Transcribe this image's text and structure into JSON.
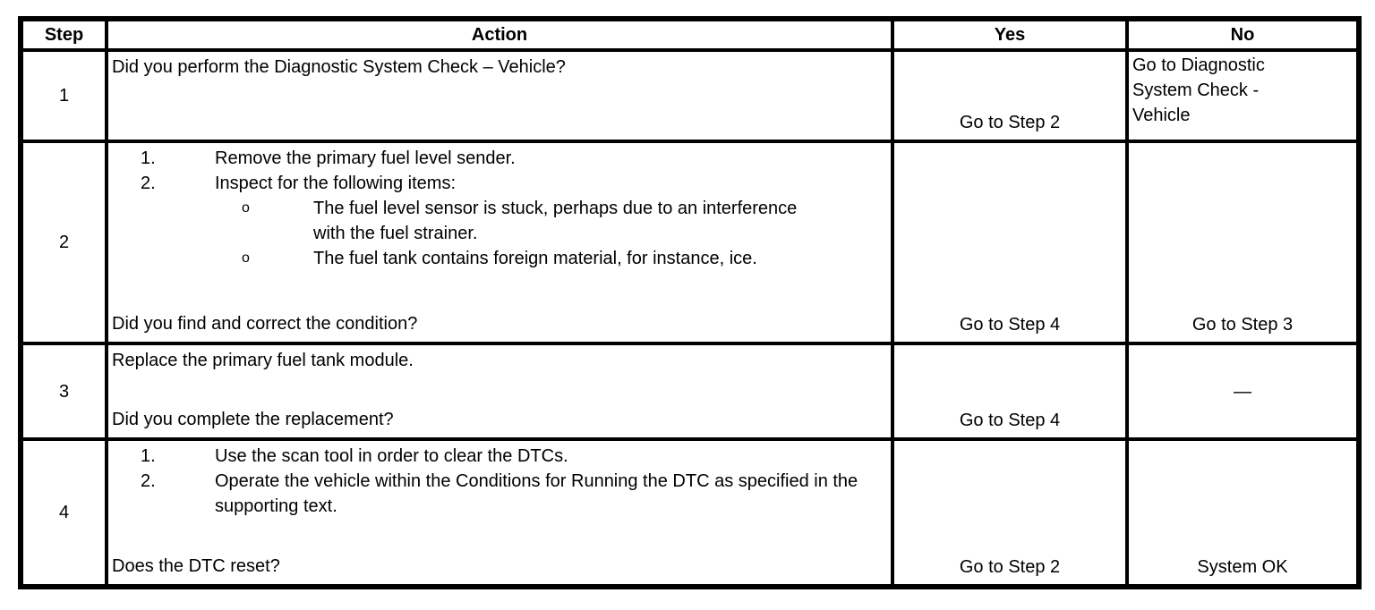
{
  "table": {
    "headers": [
      "Step",
      "Action",
      "Yes",
      "No"
    ],
    "rows": [
      {
        "step": "1",
        "question": "Did you perform the Diagnostic System Check – Vehicle?",
        "yes": "Go to Step 2",
        "no": "Go to Diagnostic System Check - Vehicle"
      },
      {
        "step": "2",
        "items": [
          {
            "num": "1.",
            "text": "Remove the primary fuel level sender."
          },
          {
            "num": "2.",
            "text": "Inspect for the following items:"
          }
        ],
        "subitems": [
          {
            "bullet": "o",
            "text": "The fuel level sensor is stuck, perhaps due to an interference with the fuel strainer."
          },
          {
            "bullet": "o",
            "text": "The fuel tank contains foreign material, for instance, ice."
          }
        ],
        "question": "Did you find and correct the condition?",
        "yes": "Go to Step 4",
        "no": "Go to Step 3"
      },
      {
        "step": "3",
        "statement": "Replace the primary fuel tank module.",
        "question": "Did you complete the replacement?",
        "yes": "Go to Step 4",
        "no": "—"
      },
      {
        "step": "4",
        "items": [
          {
            "num": "1.",
            "text": "Use the scan tool in order to clear the DTCs."
          },
          {
            "num": "2.",
            "text": "Operate the vehicle within the Conditions for Running the DTC as specified in the supporting text."
          }
        ],
        "question": "Does the DTC reset?",
        "yes": "Go to Step 2",
        "no": "System OK"
      }
    ]
  },
  "colors": {
    "border": "#000000",
    "background": "#ffffff",
    "text": "#000000"
  }
}
